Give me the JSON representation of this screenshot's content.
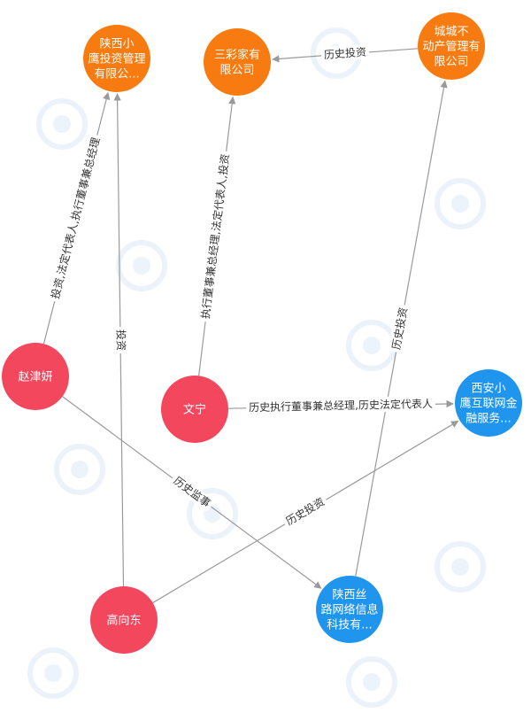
{
  "colors": {
    "company_orange": "#f77b10",
    "company_blue": "#2095ee",
    "person_red": "#f2475d",
    "edge": "#9a9a9a"
  },
  "nodes": [
    {
      "id": "shaanxi-xiaoying-investment",
      "kind": "company_orange",
      "lines": [
        "陕西小",
        "鹰投资管理",
        "有限公..."
      ]
    },
    {
      "id": "sancaijia",
      "kind": "company_orange",
      "lines": [
        "三彩家有",
        "限公司"
      ]
    },
    {
      "id": "chengcheng-realestate",
      "kind": "company_orange",
      "lines": [
        "城城不",
        "动产管理有",
        "限公司"
      ]
    },
    {
      "id": "zhao-jinyan",
      "kind": "person_red",
      "lines": [
        "赵津妍"
      ]
    },
    {
      "id": "wen-ning",
      "kind": "person_red",
      "lines": [
        "文宁"
      ]
    },
    {
      "id": "xian-xiaoying-finance",
      "kind": "company_blue",
      "lines": [
        "西安小",
        "鹰互联网金",
        "融服务..."
      ]
    },
    {
      "id": "gao-xiangdong",
      "kind": "person_red",
      "lines": [
        "高向东"
      ]
    },
    {
      "id": "shaanxi-silkroad-network",
      "kind": "company_blue",
      "lines": [
        "陕西丝",
        "路网络信息",
        "科技有..."
      ]
    }
  ],
  "edges": [
    {
      "from": "zhao-jinyan",
      "to": "shaanxi-xiaoying-investment",
      "label": "投资,法定代表人,执行董事兼总经理"
    },
    {
      "from": "gao-xiangdong",
      "to": "shaanxi-xiaoying-investment",
      "label": "投资"
    },
    {
      "from": "chengcheng-realestate",
      "to": "sancaijia",
      "label": "历史投资"
    },
    {
      "from": "wen-ning",
      "to": "sancaijia",
      "label": "执行董事兼总经理,法定代表人,投资"
    },
    {
      "from": "shaanxi-silkroad-network",
      "to": "chengcheng-realestate",
      "label": "历史投资"
    },
    {
      "from": "wen-ning",
      "to": "xian-xiaoying-finance",
      "label": "历史执行董事兼总经理,历史法定代表人"
    },
    {
      "from": "zhao-jinyan",
      "to": "shaanxi-silkroad-network",
      "label": "历史监事"
    },
    {
      "from": "gao-xiangdong",
      "to": "xian-xiaoying-finance",
      "label": "历史投资"
    }
  ]
}
